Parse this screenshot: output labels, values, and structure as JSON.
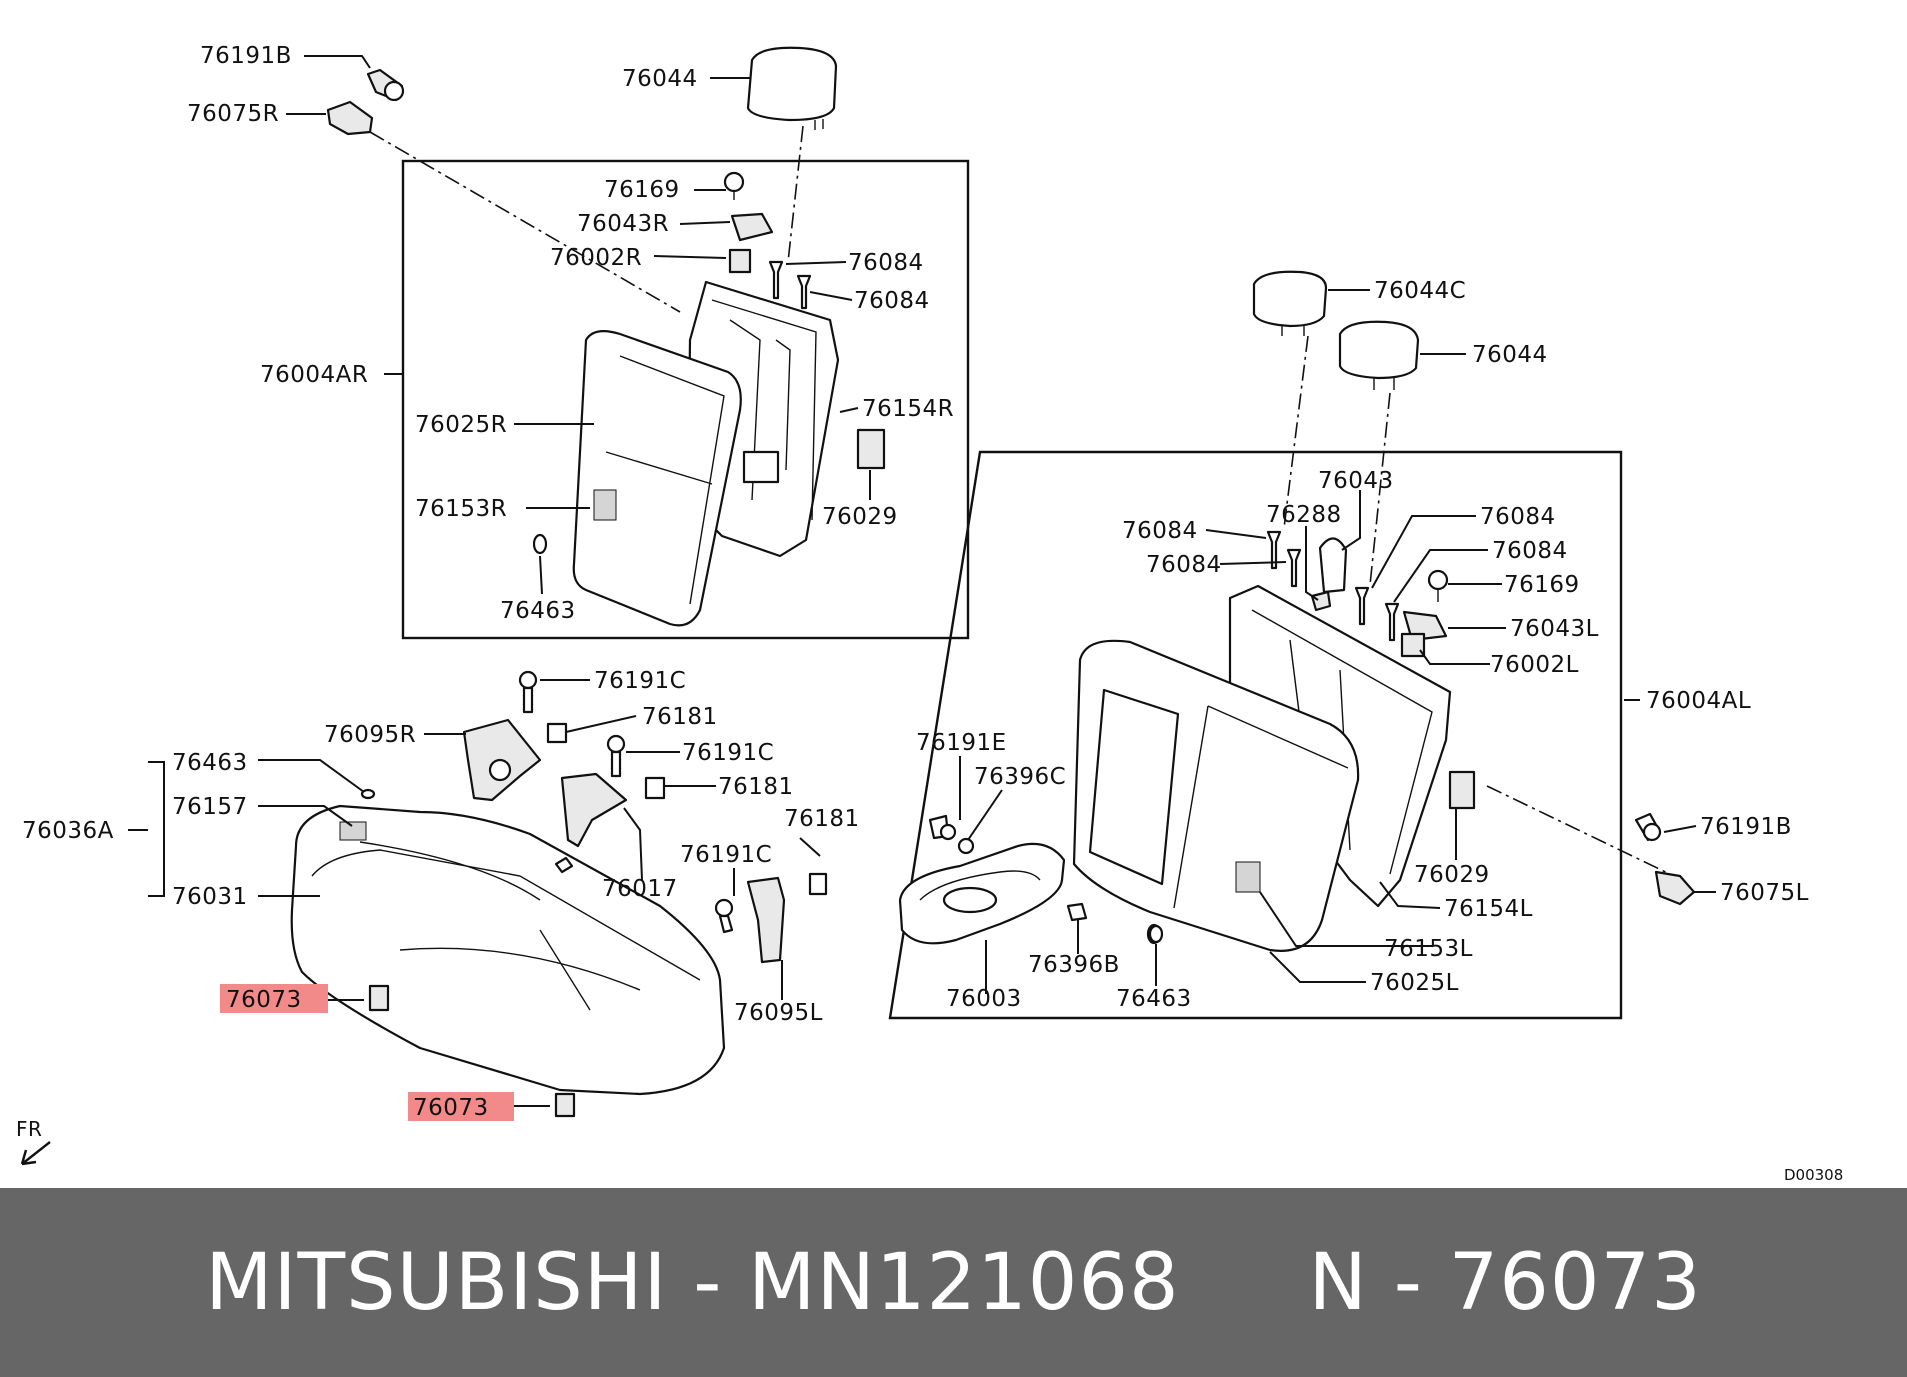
{
  "diagram": {
    "code": "D00308",
    "direction": "FR",
    "labels": {
      "p76191B_top": "76191B",
      "p76075R": "76075R",
      "p76044_top": "76044",
      "p76169_right": "76169",
      "p76043R": "76043R",
      "p76002R": "76002R",
      "p76084_a": "76084",
      "p76084_b": "76084",
      "p76004AR": "76004AR",
      "p76025R": "76025R",
      "p76154R": "76154R",
      "p76153R": "76153R",
      "p76029_right": "76029",
      "p76463_right": "76463",
      "p76191C_a": "76191C",
      "p76181_a": "76181",
      "p76095R": "76095R",
      "p76191C_b": "76191C",
      "p76181_b": "76181",
      "p76463_cushion": "76463",
      "p76157": "76157",
      "p76036A": "76036A",
      "p76031": "76031",
      "p76017": "76017",
      "p76181_c": "76181",
      "p76191C_c": "76191C",
      "p76095L": "76095L",
      "p76073_a": "76073",
      "p76073_b": "76073",
      "p76044C": "76044C",
      "p76044_left": "76044",
      "p76043": "76043",
      "p76084_c": "76084",
      "p76288": "76288",
      "p76084_d": "76084",
      "p76084_e": "76084",
      "p76084_f": "76084",
      "p76169_left": "76169",
      "p76043L": "76043L",
      "p76002L": "76002L",
      "p76004AL": "76004AL",
      "p76191E": "76191E",
      "p76396C": "76396C",
      "p76029_left": "76029",
      "p76191B_right": "76191B",
      "p76075L": "76075L",
      "p76154L": "76154L",
      "p76153L": "76153L",
      "p76025L": "76025L",
      "p76003": "76003",
      "p76396B": "76396B",
      "p76463_left": "76463"
    }
  },
  "highlight_color": "#f28a8a",
  "footer": {
    "text": "MITSUBISHI - MN121068     N - 76073",
    "background": "#666666"
  }
}
